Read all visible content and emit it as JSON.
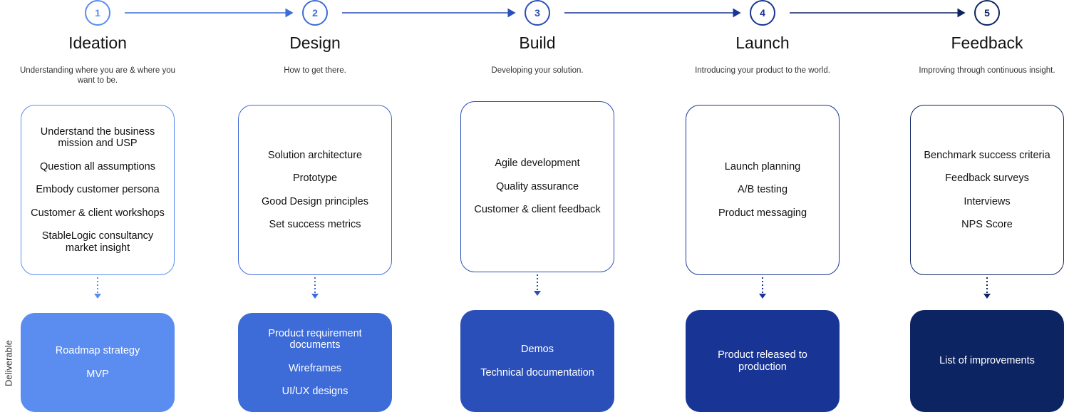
{
  "deliverable_label": "Deliverable",
  "colors": {
    "stage1": "#5b8df0",
    "stage2": "#3d6bd8",
    "stage3": "#2b4fb8",
    "stage4": "#183596",
    "stage5": "#0d2463"
  },
  "stages": [
    {
      "number": "1",
      "title": "Ideation",
      "subtitle": "Understanding where you are & where you want to be.",
      "activities": [
        "Understand the business mission and USP",
        "Question all assumptions",
        "Embody customer persona",
        "Customer & client workshops",
        "StableLogic consultancy market insight"
      ],
      "deliverables": [
        "Roadmap strategy",
        "MVP"
      ]
    },
    {
      "number": "2",
      "title": "Design",
      "subtitle": "How to get there.",
      "activities": [
        "Solution architecture",
        "Prototype",
        "Good Design principles",
        "Set success metrics"
      ],
      "deliverables": [
        "Product requirement documents",
        "Wireframes",
        "UI/UX designs"
      ]
    },
    {
      "number": "3",
      "title": "Build",
      "subtitle": "Developing your solution.",
      "activities": [
        "Agile development",
        "Quality assurance",
        "Customer & client feedback"
      ],
      "deliverables": [
        "Demos",
        "Technical documentation"
      ]
    },
    {
      "number": "4",
      "title": "Launch",
      "subtitle": "Introducing your product to the world.",
      "activities": [
        "Launch planning",
        "A/B testing",
        "Product messaging"
      ],
      "deliverables": [
        "Product released to production"
      ]
    },
    {
      "number": "5",
      "title": "Feedback",
      "subtitle": "Improving through continuous insight.",
      "activities": [
        "Benchmark success criteria",
        "Feedback surveys",
        "Interviews",
        "NPS Score"
      ],
      "deliverables": [
        "List of improvements"
      ]
    }
  ]
}
